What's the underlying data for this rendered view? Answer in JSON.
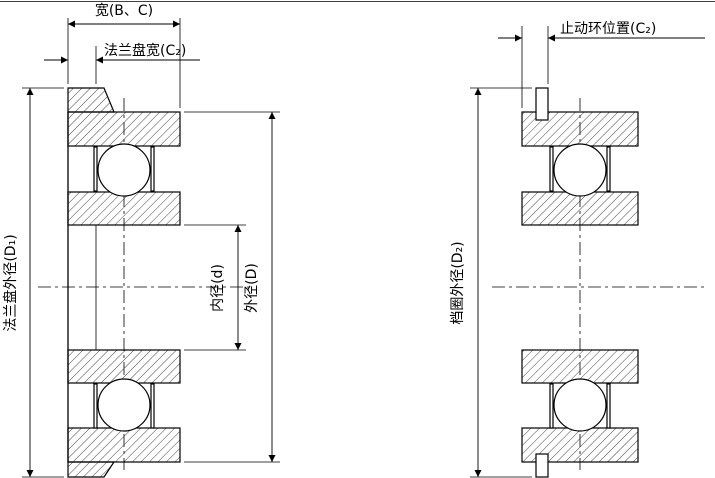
{
  "diagram": {
    "type": "bearing-technical-drawing",
    "left_bearing": {
      "kind": "flanged-ball-bearing-cross-section",
      "labels": {
        "width": "宽(B、C)",
        "flange_width": "法兰盘宽(C₂)",
        "flange_outer_diameter": "法兰盘外径(D₁)",
        "bore_diameter": "内径(d)",
        "outer_diameter": "外径(D)"
      }
    },
    "right_bearing": {
      "kind": "snap-ring-ball-bearing-cross-section",
      "labels": {
        "snap_ring_position": "止动环位置(C₂)",
        "ring_outer_diameter": "档圈外径(D₂)"
      }
    },
    "colors": {
      "line": "#000000",
      "background": "#ffffff",
      "hatch": "#333333"
    }
  }
}
